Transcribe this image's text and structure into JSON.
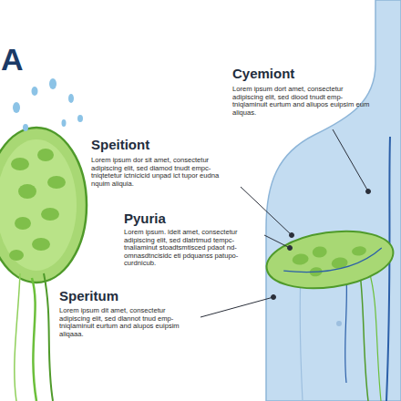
{
  "diagram": {
    "title": "A",
    "labels": [
      "Cyemiont",
      "Lorem ipsum dort amet, consectetur adipiscing elit, sed diood tnudt emp- tniqlaminuit eurtum and aliupos euipsim eum aliquas.",
      "Speitiont",
      "Lorem ipsum dor sit amet, consectetur adipiscing elit, sed diamod tnudt empc- tniqtetetur ictnicicid unpad ict tupor eudna nquim aliquia.",
      "Pyuria",
      "Lorem ipsum. ldeit amet, consectetur adipiscing elit, sed dlatrtmud tempc- tnaliaminut stoadtsmtisced pdaot nd- omnasdtncisidc eti pdquanss patupo- curdnicub.",
      "Speritum",
      "Lorem ipsum dit amet, consectetur adipiscing elit, sed dlannot tnud emp- tniqlaminuit eurtum and alupos euipsim aliqaaa."
    ]
  }
}
